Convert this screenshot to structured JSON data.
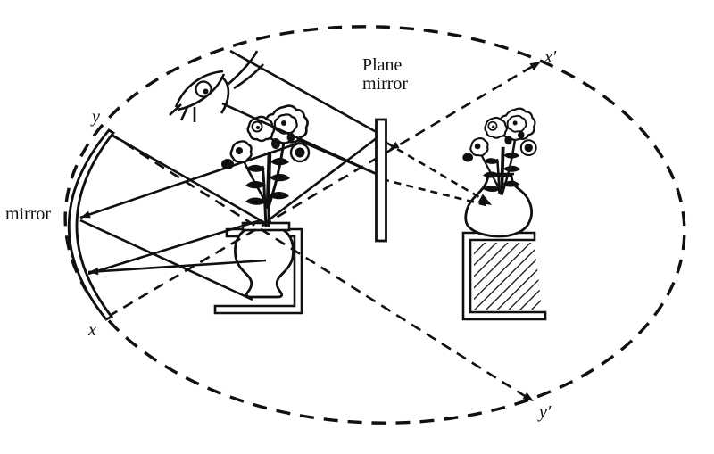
{
  "figure": {
    "type": "optics-ray-diagram",
    "labels": {
      "curved_mirror": "mirror",
      "plane_mirror_line1": "Plane",
      "plane_mirror_line2": "mirror",
      "point_y": "y",
      "point_x": "x",
      "point_x_prime": "x′",
      "point_y_prime": "y′"
    },
    "colors": {
      "ink": "#101010",
      "background": "#ffffff"
    },
    "elements": [
      "dashed-ellipse",
      "curved-mirror-arc",
      "plane-mirror",
      "observer-eye",
      "flower-vase-object",
      "object-stand",
      "flower-vase-virtual-image",
      "hatched-stand-image",
      "solid-light-rays",
      "dashed-virtual-rays"
    ]
  }
}
